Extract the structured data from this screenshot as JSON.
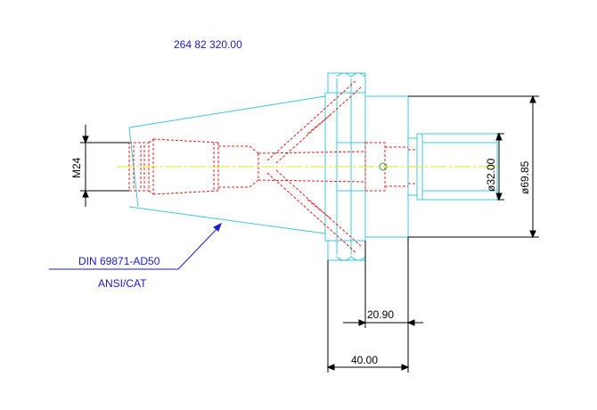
{
  "part_number": "264 82 320.00",
  "standard": "DIN 69871-AD50",
  "standard_alt": "ANSI/CAT",
  "dimensions": {
    "thread": "M24",
    "inner_diameter": "ø32.00",
    "outer_diameter": "ø69.85",
    "short_length": "20.90",
    "long_length": "40.00"
  },
  "colors": {
    "part_number": "#1a1ad0",
    "outline": "#40c8d8",
    "hidden_lines": "#e8201c",
    "center_line": "#e8e020",
    "dimension": "#000000",
    "leader": "#1a1ad0"
  }
}
